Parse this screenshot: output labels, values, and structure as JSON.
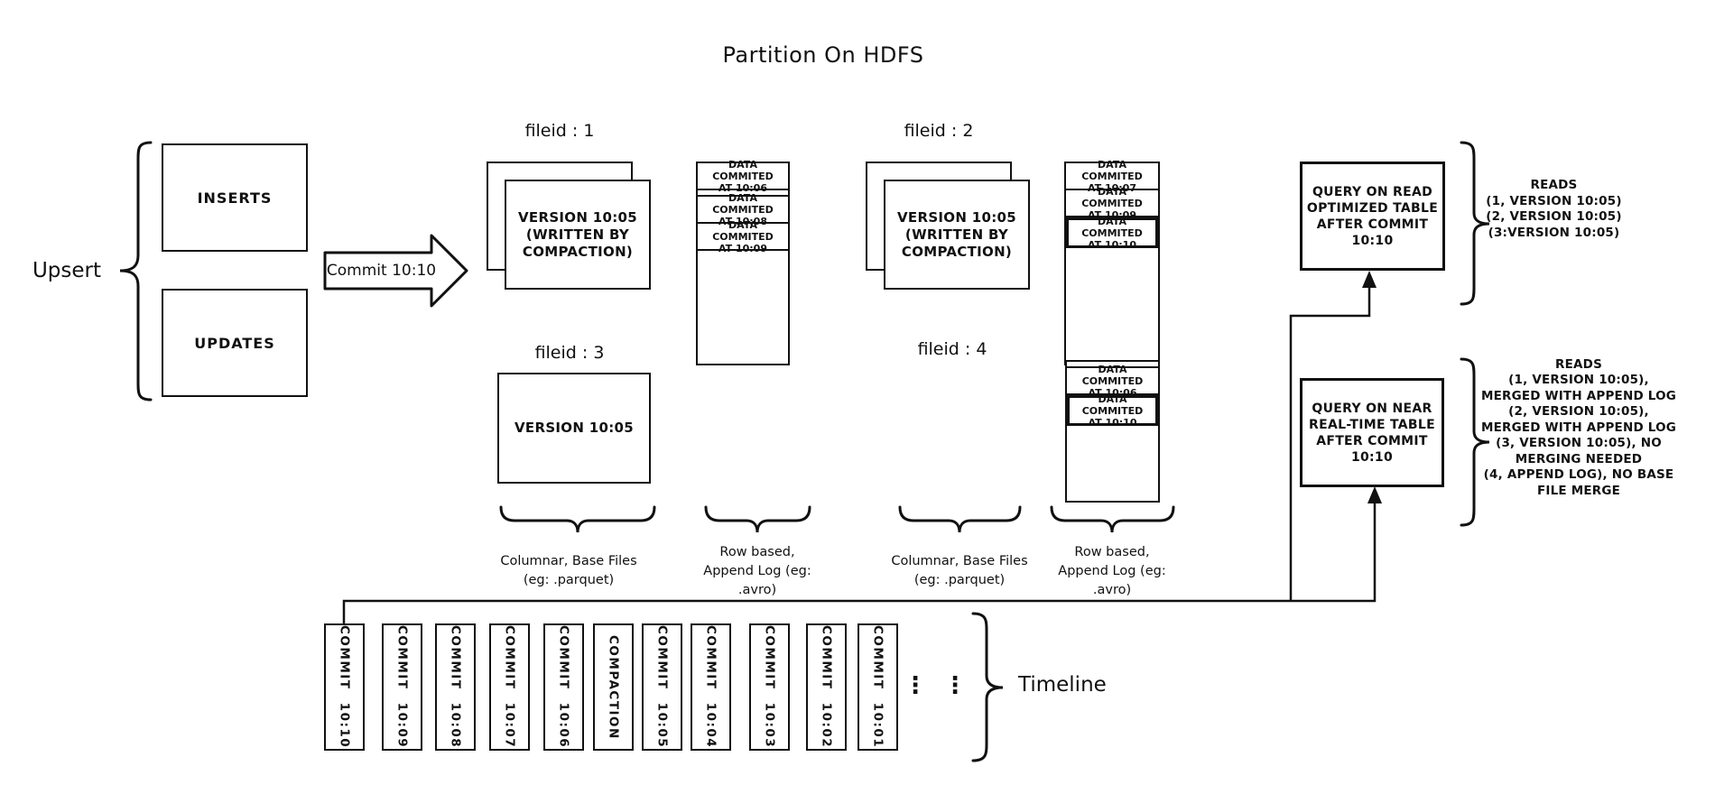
{
  "title": "Partition On HDFS",
  "colors": {
    "ink": "#111111",
    "background": "#ffffff"
  },
  "upsert": {
    "label": "Upsert",
    "inserts": "INSERTS",
    "updates": "UPDATES"
  },
  "commit_arrow": {
    "label": "Commit 10:10"
  },
  "file_groups": {
    "f1": {
      "label": "fileid : 1",
      "base_file": "VERSION 10:05\n(WRITTEN BY\nCOMPACTION)",
      "log": [
        "DATA COMMITED\nAT 10:06",
        "DATA COMMITED\nAT 10:08",
        "DATA COMMITED\nAT 10:09"
      ]
    },
    "f2": {
      "label": "fileid : 2",
      "base_file": "VERSION 10:05\n(WRITTEN BY\nCOMPACTION)",
      "log": [
        "DATA COMMITED\nAT 10:07",
        "DATA COMMITED\nAT 10:09",
        "DATA COMMITED\nAT 10:10"
      ]
    },
    "f3": {
      "label": "fileid : 3",
      "base_file": "VERSION 10:05"
    },
    "f4": {
      "label": "fileid : 4",
      "log": [
        "DATA COMMITED\nAT 10:06",
        "DATA COMMITED\nAT 10:10"
      ]
    }
  },
  "brace_labels": {
    "columnar1": "Columnar, Base Files\n(eg: .parquet)",
    "row_based1": "Row based,\nAppend Log  (eg:\n.avro)",
    "columnar2": "Columnar, Base Files\n(eg: .parquet)",
    "row_based2": "Row based,\nAppend Log  (eg:\n.avro)"
  },
  "queries": {
    "read_optimized": {
      "box": "QUERY ON READ\nOPTIMIZED TABLE\nAFTER COMMIT\n10:10",
      "reads": "READS\n(1, VERSION 10:05)\n(2, VERSION 10:05)\n(3:VERSION 10:05)"
    },
    "near_real_time": {
      "box": "QUERY ON NEAR\nREAL-TIME TABLE\nAFTER COMMIT\n10:10",
      "reads": "READS\n(1, VERSION 10:05),\nMERGED WITH APPEND LOG\n(2, VERSION 10:05),\nMERGED WITH APPEND LOG\n(3, VERSION 10:05), NO\nMERGING NEEDED\n(4, APPEND LOG), NO BASE\nFILE MERGE"
    }
  },
  "timeline": {
    "label": "Timeline",
    "ellipsis": "⋮",
    "items": [
      "COMMIT 10:10",
      "COMMIT 10:09",
      "COMMIT 10:08",
      "COMMIT 10:07",
      "COMMIT 10:06",
      "COMPACTION",
      "COMMIT 10:05",
      "COMMIT 10:04",
      "COMMIT 10:03",
      "COMMIT 10:02",
      "COMMIT 10:01"
    ]
  }
}
